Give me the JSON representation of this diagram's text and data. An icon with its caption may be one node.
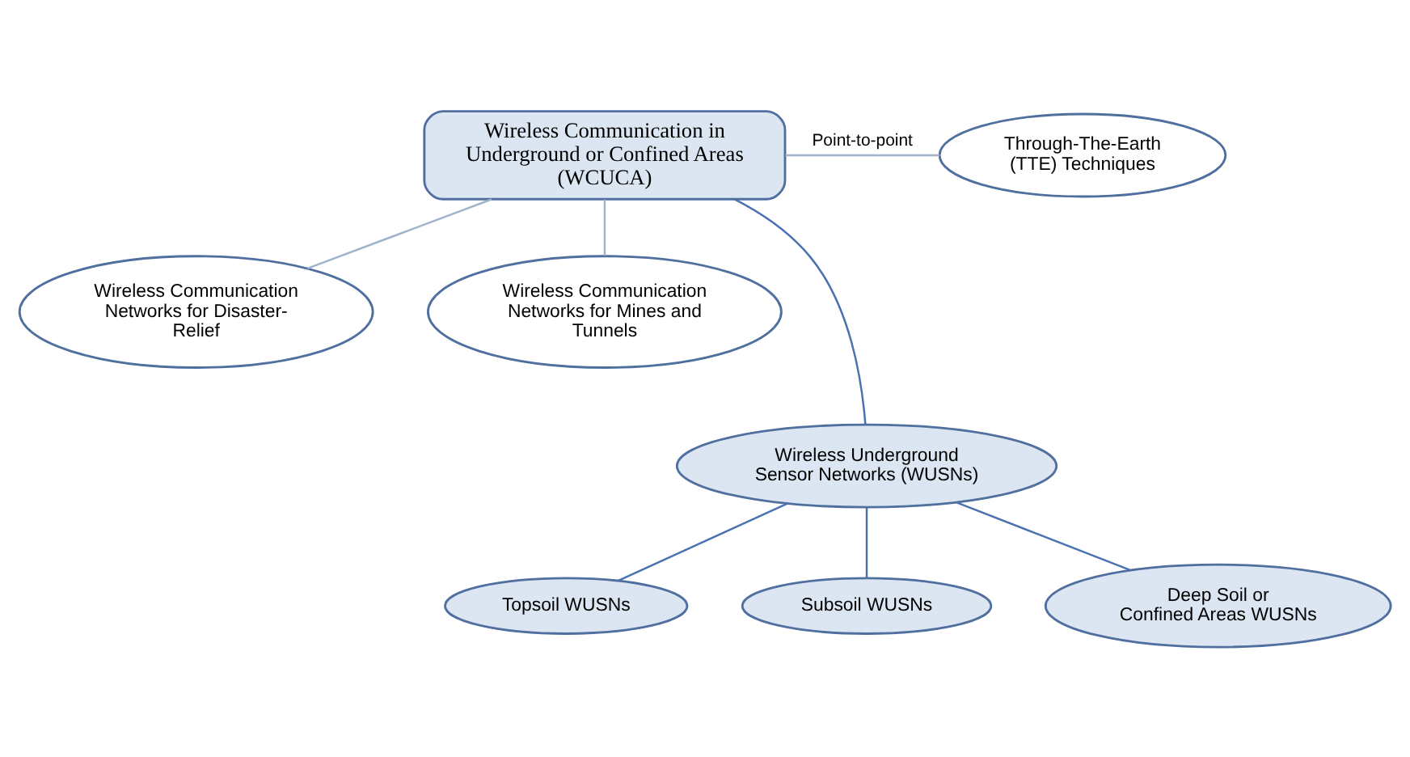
{
  "diagram": {
    "nodes": [
      {
        "text": [
          "Wireless Communication in Underground or Confined Areas (WCUCA)"
        ]
      },
      {
        "text": [
          "Through-The-Earth (TTE) Techniques"
        ]
      },
      {
        "text": [
          "Wireless Communication Networks for Disaster-Relief"
        ]
      },
      {
        "text": [
          "Wireless Communication Networks for Mines and Tunnels"
        ]
      },
      {
        "text": [
          "Wireless Underground Sensor Networks (WUSNs)"
        ]
      },
      {
        "text": [
          "Topsoil WUSNs"
        ]
      },
      {
        "text": [
          "Subsoil WUSNs"
        ]
      },
      {
        "text": [
          "Deep Soil or Confined Areas WUSNs"
        ]
      }
    ],
    "edges": [
      {
        "from": 0,
        "to": 1,
        "arrow": "none",
        "label": "Point-to-point",
        "color": "#9fb3cc"
      },
      {
        "from": 0,
        "to": 2,
        "arrow": "none",
        "color": "#9fb3cc"
      },
      {
        "from": 0,
        "to": 3,
        "arrow": "none",
        "color": "#9fb3cc"
      },
      {
        "from": 0,
        "to": 4,
        "arrow": "none"
      },
      {
        "from": 4,
        "to": 5,
        "arrow": "none"
      },
      {
        "from": 4,
        "to": 6,
        "arrow": "none"
      },
      {
        "from": 4,
        "to": 7,
        "arrow": "none"
      }
    ]
  }
}
